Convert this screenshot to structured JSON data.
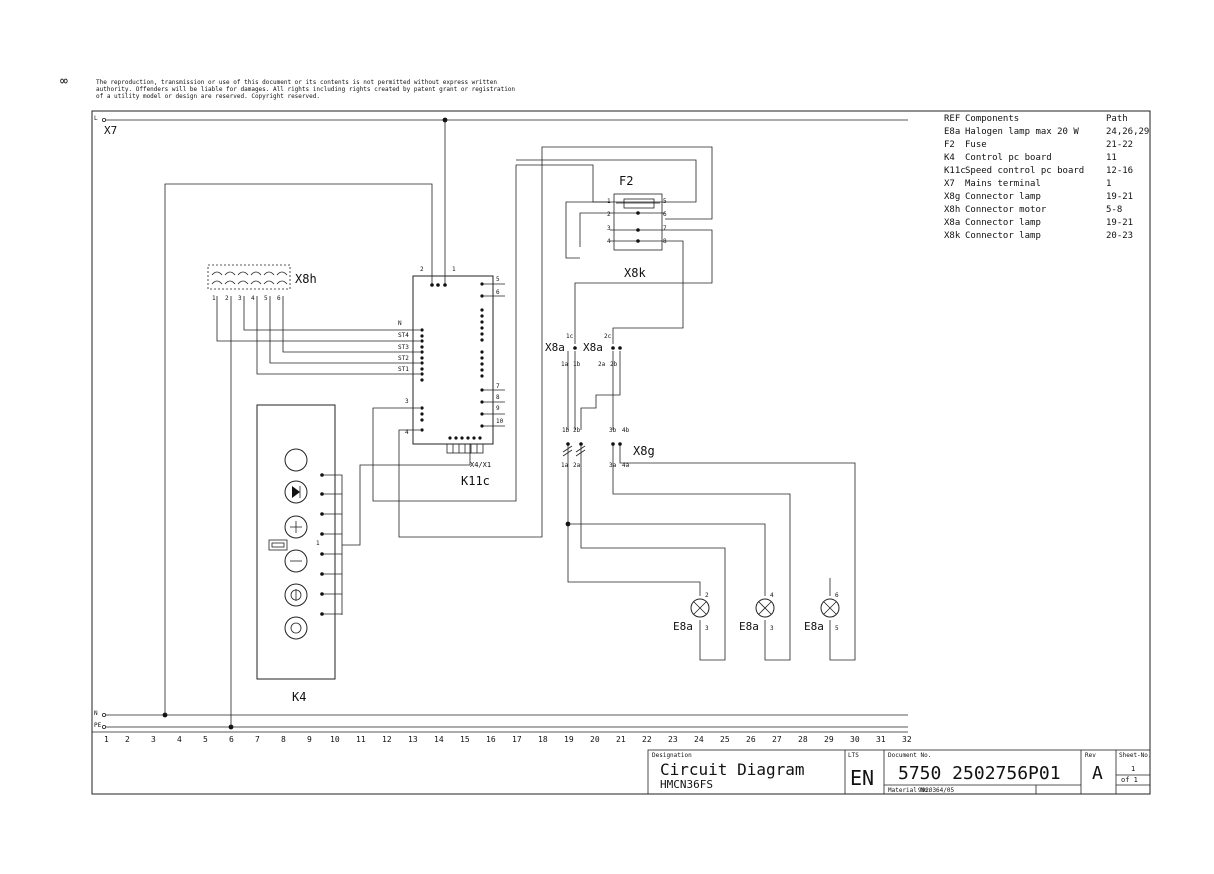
{
  "copyright": {
    "mark": "∞",
    "lines": [
      "The reproduction, transmission or use of this document or its contents is not permitted without  express  written",
      "authority. Offenders will be liable for damages. All rights including rights created by patent grant or registration",
      "of a utility model or design are reserved. Copyright reserved."
    ]
  },
  "rails": {
    "L": "L",
    "N": "N",
    "PE": "PE"
  },
  "components": {
    "X7": "X7",
    "F2": "F2",
    "X8k": "X8k",
    "X8h": "X8h",
    "K11c": "K11c",
    "K4": "K4",
    "X8a_left": "X8a",
    "X8a_right": "X8a",
    "X8g": "X8g",
    "X4X1": "X4/X1",
    "lamp_label": "E8a"
  },
  "pins": {
    "f2_left": [
      "1",
      "2",
      "3",
      "4"
    ],
    "f2_right": [
      "5",
      "6",
      "7",
      "8"
    ],
    "x8h": [
      "1",
      "2",
      "3",
      "4",
      "5",
      "6"
    ],
    "k11c_top": [
      "2",
      "1"
    ],
    "k11c_right": [
      "5",
      "6",
      "7",
      "8",
      "9",
      "10"
    ],
    "k11c_left": [
      "N",
      "ST4",
      "ST3",
      "ST2",
      "ST1"
    ],
    "k11c_left_lower": [
      "3",
      "4"
    ],
    "x8a": [
      "1c",
      "1b",
      "1a",
      "2c",
      "2a",
      "2b"
    ],
    "x8g_upper": [
      "1b",
      "2b",
      "3b",
      "4b"
    ],
    "x8g_lower": [
      "1a",
      "2a",
      "3a",
      "4a"
    ],
    "k4": "1",
    "lamps": [
      [
        "2",
        "3"
      ],
      [
        "4",
        "3"
      ],
      [
        "6",
        "5"
      ]
    ]
  },
  "legend": {
    "header": {
      "ref": "REF",
      "component": "Components",
      "path": "Path"
    },
    "rows": [
      {
        "ref": "E8a",
        "component": "Halogen lamp max 20 W",
        "path": "24,26,29"
      },
      {
        "ref": "F2",
        "component": "Fuse",
        "path": "21-22"
      },
      {
        "ref": "K4",
        "component": "Control pc board",
        "path": "11"
      },
      {
        "ref": "K11c",
        "component": "Speed control pc board",
        "path": "12-16"
      },
      {
        "ref": "X7",
        "component": "Mains terminal",
        "path": "1"
      },
      {
        "ref": "X8g",
        "component": "Connector lamp",
        "path": "19-21"
      },
      {
        "ref": "X8h",
        "component": "Connector motor",
        "path": "5-8"
      },
      {
        "ref": "X8a",
        "component": "Connector lamp",
        "path": "19-21"
      },
      {
        "ref": "X8k",
        "component": "Connector lamp",
        "path": "20-23"
      }
    ]
  },
  "ruler": [
    "1",
    "2",
    "3",
    "4",
    "5",
    "6",
    "7",
    "8",
    "9",
    "10",
    "11",
    "12",
    "13",
    "14",
    "15",
    "16",
    "17",
    "18",
    "19",
    "20",
    "21",
    "22",
    "23",
    "24",
    "25",
    "26",
    "27",
    "28",
    "29",
    "30",
    "31",
    "32"
  ],
  "title_block": {
    "designation_label": "Designation",
    "designation": "Circuit Diagram",
    "model": "HMCN36FS",
    "lts_label": "LTS",
    "language": "EN",
    "docno_label": "Document No.",
    "docno": "5750  2502756P01",
    "material_label": "Material No.",
    "material": "9920364/05",
    "rev_label": "Rev",
    "rev": "A",
    "sheet_label": "Sheet-No.",
    "sheet": "1",
    "of": "of 1"
  }
}
